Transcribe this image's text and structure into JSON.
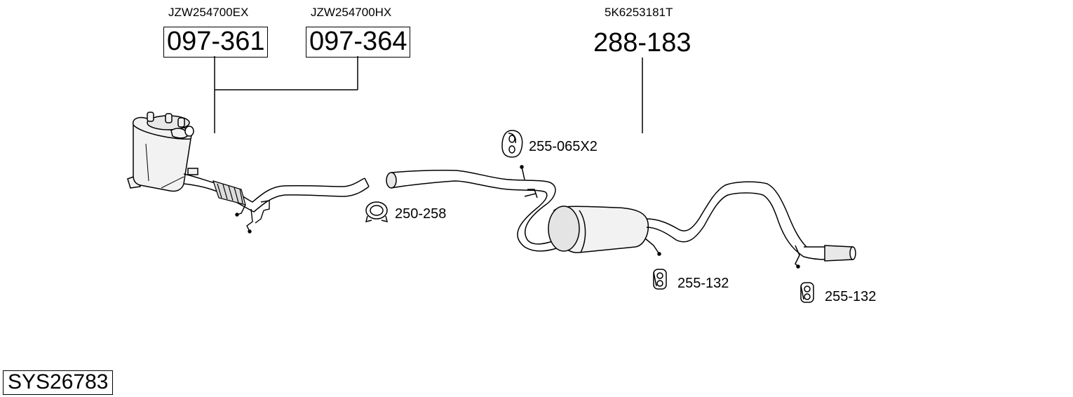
{
  "parts": {
    "dpf": {
      "oem": "JZW254700EX",
      "number": "097-361"
    },
    "dpf_alt": {
      "oem": "JZW254700HX",
      "number": "097-364"
    },
    "silencer": {
      "oem": "5K6253181T",
      "number": "288-183"
    }
  },
  "accessories": {
    "hanger_top": "255-065X2",
    "clamp": "250-258",
    "hanger_mid": "255-132",
    "hanger_rear": "255-132"
  },
  "system": {
    "code": "SYS26783"
  },
  "colors": {
    "line": "#000000",
    "background": "#ffffff",
    "part_fill": "#f2f2f2"
  }
}
